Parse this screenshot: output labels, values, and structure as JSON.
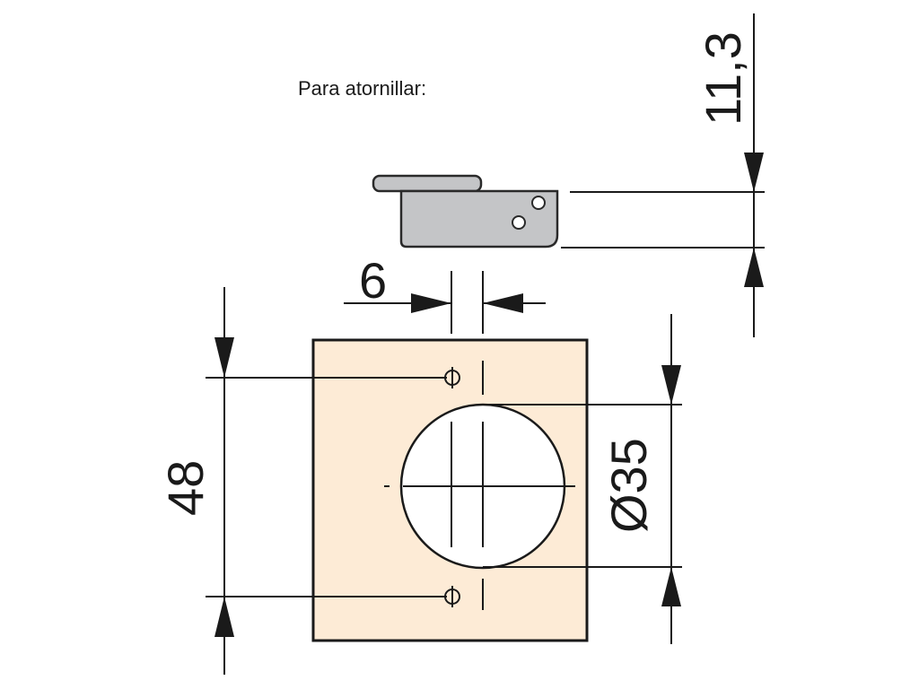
{
  "caption": "Para atornillar:",
  "dimensions": {
    "height_side": "11,3",
    "hole_offset": "6",
    "hole_spacing": "48",
    "cup_diameter": "Ø35"
  },
  "colors": {
    "line": "#1a1a1a",
    "plate_fill": "#fdebd6",
    "hinge_fill": "#c4c5c7",
    "hinge_stroke": "#2a2a2a"
  }
}
